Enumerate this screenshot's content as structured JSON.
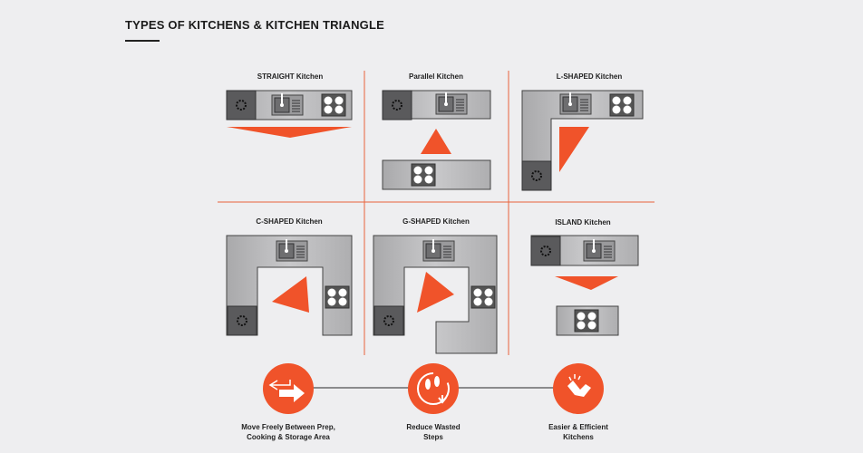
{
  "title": "TYPES OF KITCHENS & KITCHEN TRIANGLE",
  "kitchens": [
    {
      "label": "STRAIGHT Kitchen"
    },
    {
      "label": "Parallel Kitchen"
    },
    {
      "label": "L-SHAPED Kitchen"
    },
    {
      "label": "C-SHAPED Kitchen"
    },
    {
      "label": "G-SHAPED Kitchen"
    },
    {
      "label": "ISLAND Kitchen"
    }
  ],
  "benefits": [
    {
      "line1": "Move Freely Between Prep,",
      "line2": "Cooking & Storage Area",
      "icon": "arrows-icon"
    },
    {
      "line1": "Reduce Wasted",
      "line2": "Steps",
      "icon": "footsteps-icon"
    },
    {
      "line1": "Easier & Efficient",
      "line2": "Kitchens",
      "icon": "snap-fingers-icon"
    }
  ],
  "colors": {
    "accent": "#f0532a",
    "counter": "#b9b9bb",
    "dark": "#58585a"
  }
}
